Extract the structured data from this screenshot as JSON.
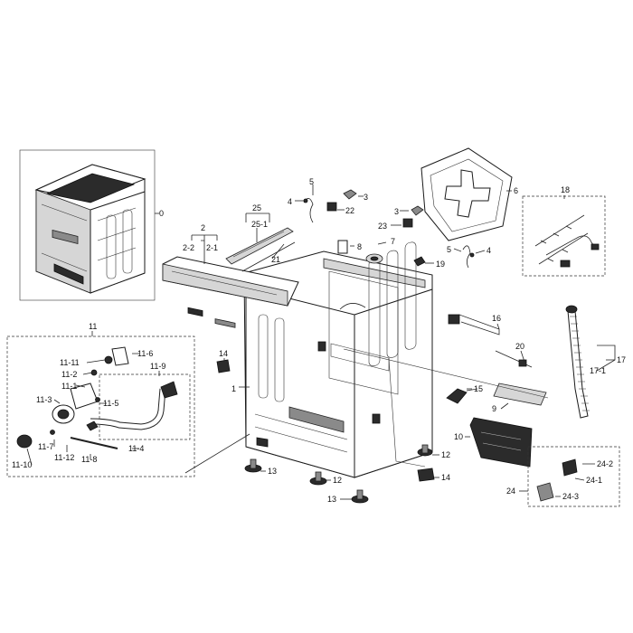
{
  "labels": {
    "p0": "0",
    "p1": "1",
    "p2": "2",
    "p2_1": "2-1",
    "p2_2": "2-2",
    "p3a": "3",
    "p3b": "3",
    "p4a": "4",
    "p4b": "4",
    "p5a": "5",
    "p5b": "5",
    "p6": "6",
    "p7": "7",
    "p8": "8",
    "p9": "9",
    "p10": "10",
    "p11": "11",
    "p11_1": "11-1",
    "p11_2": "11-2",
    "p11_3": "11-3",
    "p11_4": "11-4",
    "p11_5": "11-5",
    "p11_6": "11-6",
    "p11_7": "11-7",
    "p11_8": "11-8",
    "p11_9": "11-9",
    "p11_10": "11-10",
    "p11_11": "11-11",
    "p11_12": "11-12",
    "p12a": "12",
    "p12b": "12",
    "p13a": "13",
    "p13b": "13",
    "p14a": "14",
    "p14b": "14",
    "p15": "15",
    "p16": "16",
    "p17": "17",
    "p17_1": "17-1",
    "p18": "18",
    "p19": "19",
    "p20": "20",
    "p21": "21",
    "p22": "22",
    "p23": "23",
    "p24": "24",
    "p24_1": "24-1",
    "p24_2": "24-2",
    "p24_3": "24-3",
    "p25": "25",
    "p25_1": "25-1"
  }
}
